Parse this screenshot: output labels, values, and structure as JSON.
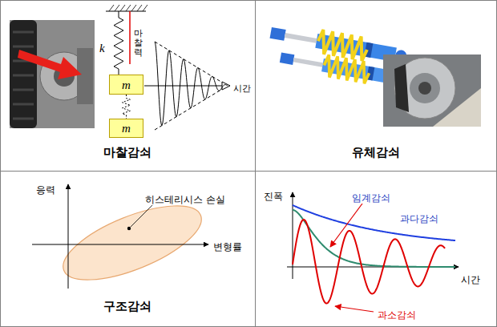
{
  "diagram": {
    "nodes": [
      {
        "text": [
          "마찰감쇠"
        ]
      },
      {
        "text": [
          "m"
        ],
        "in": 0
      },
      {
        "text": [
          "m"
        ],
        "in": 0
      },
      {
        "text": [
          "유체감쇠"
        ]
      },
      {
        "text": [
          "구조감쇠"
        ]
      }
    ],
    "edges": [
      {
        "from": 1,
        "to": 2,
        "arrow": "none"
      }
    ],
    "labels": [
      "k",
      "마찰력",
      "시간",
      "응력",
      "히스테리시스 손실",
      "변형률",
      "진폭",
      "임계감쇠",
      "과다감쇠",
      "시간",
      "과소감쇠"
    ]
  }
}
